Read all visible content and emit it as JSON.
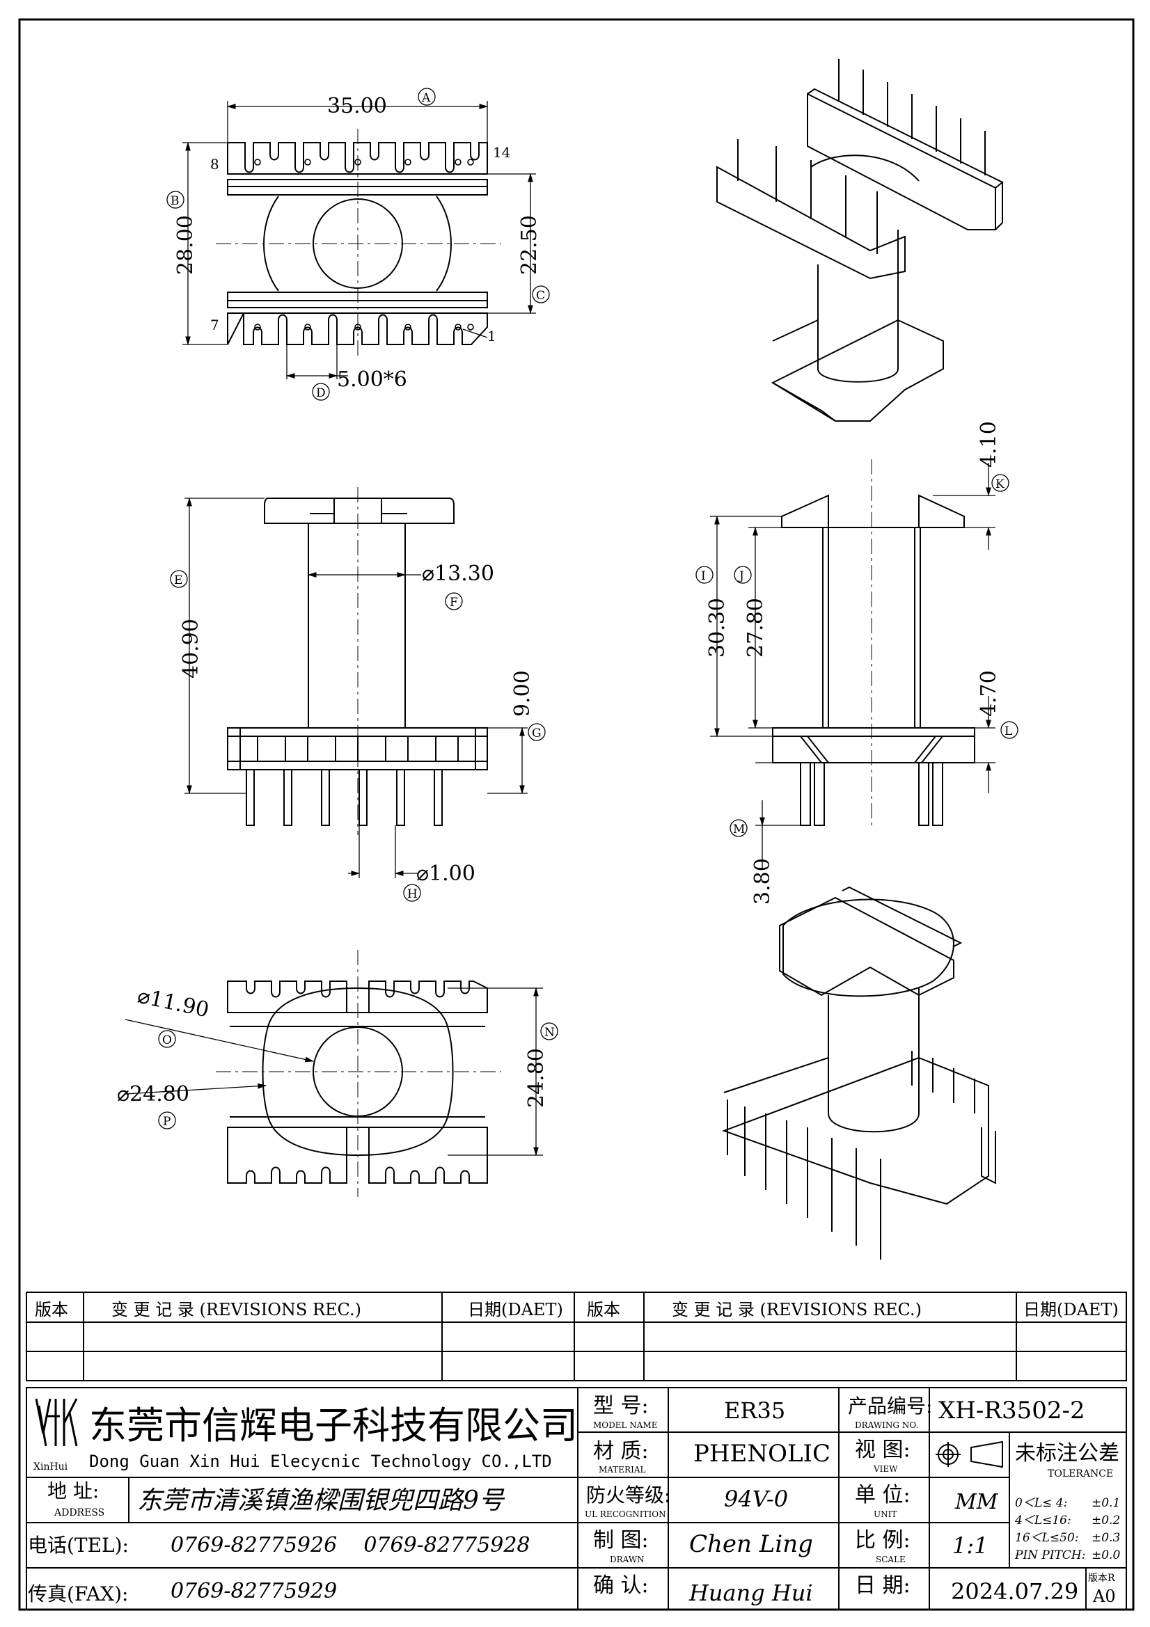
{
  "dimensions": {
    "A": "35.00",
    "B": "28.00",
    "C": "22.50",
    "D": "5.00*6",
    "E": "40.90",
    "F": "⌀13.30",
    "G": "9.00",
    "H": "⌀1.00",
    "I": "30.30",
    "J": "27.80",
    "K": "4.10",
    "L": "4.70",
    "M": "3.80",
    "N": "24.80",
    "O": "⌀11.90",
    "P": "⌀24.80"
  },
  "pin_labels": {
    "p8": "8",
    "p14": "14",
    "p7": "7",
    "p1": "1"
  },
  "revisions": {
    "version_header": "版本",
    "changes_header": "变 更 记 录  (REVISIONS REC.)",
    "date_header": "日期(DAET)"
  },
  "title_block": {
    "logo_text": "XinHui",
    "company_cn": "东莞市信辉电子科技有限公司",
    "company_en": "Dong Guan Xin Hui Elecycnic Technology CO.,LTD",
    "address_label": "地  址:",
    "address_label_en": "ADDRESS",
    "address_value": "东莞市清溪镇渔樑围银兜四路9号",
    "tel_label": "电话(TEL):",
    "tel_values": "0769-82775926    0769-82775928",
    "fax_label": "传真(FAX):",
    "fax_value": "0769-82775929",
    "model_label": "型  号:",
    "model_label_en": "MODEL NAME",
    "model_value": "ER35",
    "material_label": "材  质:",
    "material_label_en": "MATERIAL",
    "material_value": "PHENOLIC",
    "fire_label": "防火等级:",
    "fire_label_en": "UL RECOGNITION",
    "fire_value": "94V-0",
    "drawn_label": "制  图:",
    "drawn_label_en": "DRAWN",
    "drawn_value": "Chen Ling",
    "check_label": "确  认:",
    "check_value": "Huang Hui",
    "drawing_no_label": "产品编号:",
    "drawing_no_label_en": "DRAWING NO.",
    "drawing_no_value": "XH-R3502-2",
    "view_label": "视  图:",
    "view_label_en": "VIEW",
    "unit_label": "单  位:",
    "unit_label_en": "UNIT",
    "unit_value": "MM",
    "scale_label": "比  例:",
    "scale_label_en": "SCALE",
    "scale_value": "1:1",
    "date_label": "日  期:",
    "date_value": "2024.07.29",
    "version_label": "版本R",
    "version_value": "A0",
    "tolerance_label": "未标注公差",
    "tolerance_label_en": "TOLERANCE",
    "tol_1_range": "0＜L≤ 4:",
    "tol_1_value": "±0.1",
    "tol_2_range": "4＜L≤16:",
    "tol_2_value": "±0.2",
    "tol_3_range": "16＜L≤50:",
    "tol_3_value": "±0.3",
    "tol_4_range": "PIN PITCH:",
    "tol_4_value": "±0.0"
  }
}
